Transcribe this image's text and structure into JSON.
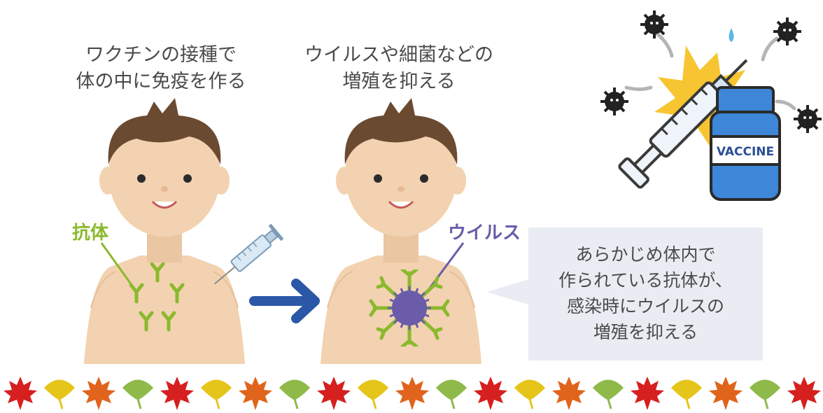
{
  "left_caption": "ワクチンの接種で\n体の中に免疫を作る",
  "right_caption": "ウイルスや細菌などの\n増殖を抑える",
  "antibody_label": "抗体",
  "virus_label": "ウイルス",
  "bubble_text": "あらかじめ体内で\n作られている抗体が、\n感染時にウイルスの\n増殖を抑える",
  "vial_label": "VACCINE",
  "colors": {
    "antibody": "#8ab92d",
    "virus": "#6a5ca8",
    "arrow": "#2b58a6",
    "bubble": "#e9edf3",
    "skin": "#f2d2b0",
    "hair": "#6b4a32",
    "vial": "#3e86d8"
  },
  "icons": [
    "maple-leaf-icon",
    "ginkgo-leaf-icon",
    "syringe-icon",
    "vaccine-vial-icon",
    "germ-icon"
  ]
}
